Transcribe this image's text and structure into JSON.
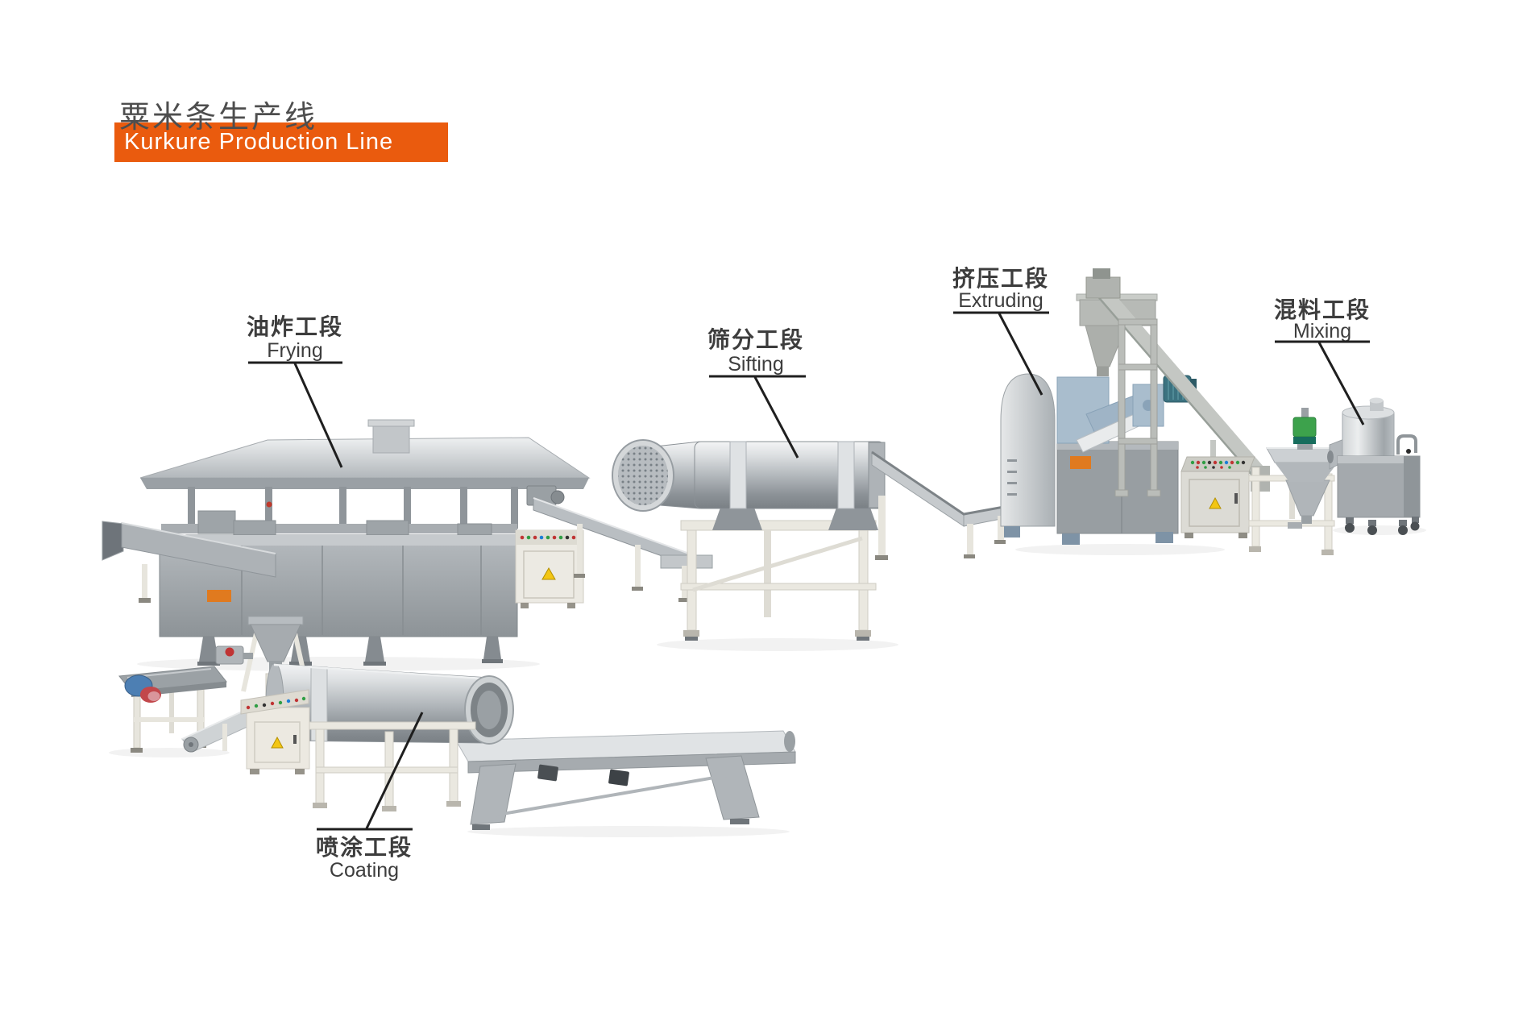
{
  "header": {
    "title_zh": "粟米条生产线",
    "banner_text": "Kurkure Production Line"
  },
  "stages": [
    {
      "zh": "油炸工段",
      "en": "Frying"
    },
    {
      "zh": "筛分工段",
      "en": "Sifting"
    },
    {
      "zh": "挤压工段",
      "en": "Extruding"
    },
    {
      "zh": "混料工段",
      "en": "Mixing"
    },
    {
      "zh": "喷涂工段",
      "en": "Coating"
    }
  ],
  "colors": {
    "banner_bg": "#ea5b0e",
    "banner_text": "#ffffff",
    "title_text": "#4e4e4e",
    "label_text": "#3d3d3d",
    "leader_line": "#1f1f1f",
    "steel_light": "#dde0e2",
    "steel_mid": "#9aa0a4",
    "steel_dark": "#7a8085",
    "cream_frame": "#eae8e0",
    "extruder_blue": "#a9bdcd",
    "motor_teal": "#3b7280",
    "mixer_motor_green": "#3da24c",
    "warning_yellow": "#f3c614",
    "machine_label_orange": "#e07a1f",
    "vibrator_red": "#c2474b",
    "vibrator_blue": "#4d7fb3"
  }
}
